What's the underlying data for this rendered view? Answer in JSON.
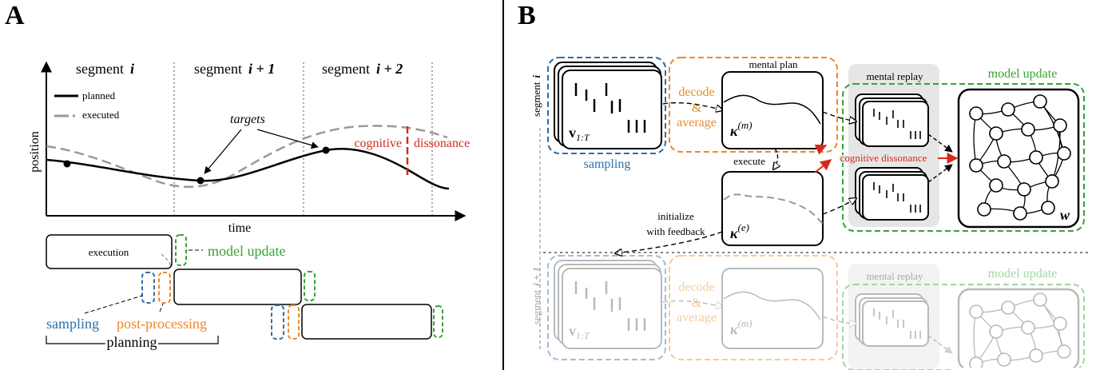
{
  "panels": {
    "a": {
      "letter": "A"
    },
    "b": {
      "letter": "B"
    }
  },
  "panel_a": {
    "segments": [
      {
        "word": "segment",
        "index": "i"
      },
      {
        "word": "segment",
        "index": "i + 1"
      },
      {
        "word": "segment",
        "index": "i + 2"
      }
    ],
    "axis": {
      "y_label": "position",
      "x_label": "time"
    },
    "legend": {
      "planned": "planned",
      "executed": "executed"
    },
    "targets_label": "targets",
    "dissonance": {
      "word1": "cognitive",
      "word2": "dissonance"
    },
    "execution_label": "execution",
    "model_update_label": "model update",
    "sampling_label": "sampling",
    "post_processing_label": "post-processing",
    "planning_label": "planning"
  },
  "panel_b": {
    "segment_labels": [
      {
        "word": "segment",
        "index": "i"
      },
      {
        "word": "segment",
        "index": "i + 1"
      }
    ],
    "sampling_label": "sampling",
    "decode_label": [
      "decode",
      "&",
      "average"
    ],
    "mental_plan_label": "mental plan",
    "mental_replay_label": "mental replay",
    "model_update_label": "model update",
    "execute_label": "execute",
    "cognitive_dissonance_label": "cognitive dissonance",
    "initialize_label": [
      "initialize",
      "with feedback"
    ],
    "v_label": "v",
    "v_sub": "1:T",
    "kappa_m": "(m)",
    "kappa_e": "(e)",
    "w_label": "w"
  },
  "colors": {
    "blue": "#2f6fa8",
    "orange": "#ec8a2a",
    "green": "#36a336",
    "red": "#d42a1e",
    "gray_dash": "#999999",
    "faded": "#b5b5b5",
    "replay_bg": "#e6e6e6"
  }
}
